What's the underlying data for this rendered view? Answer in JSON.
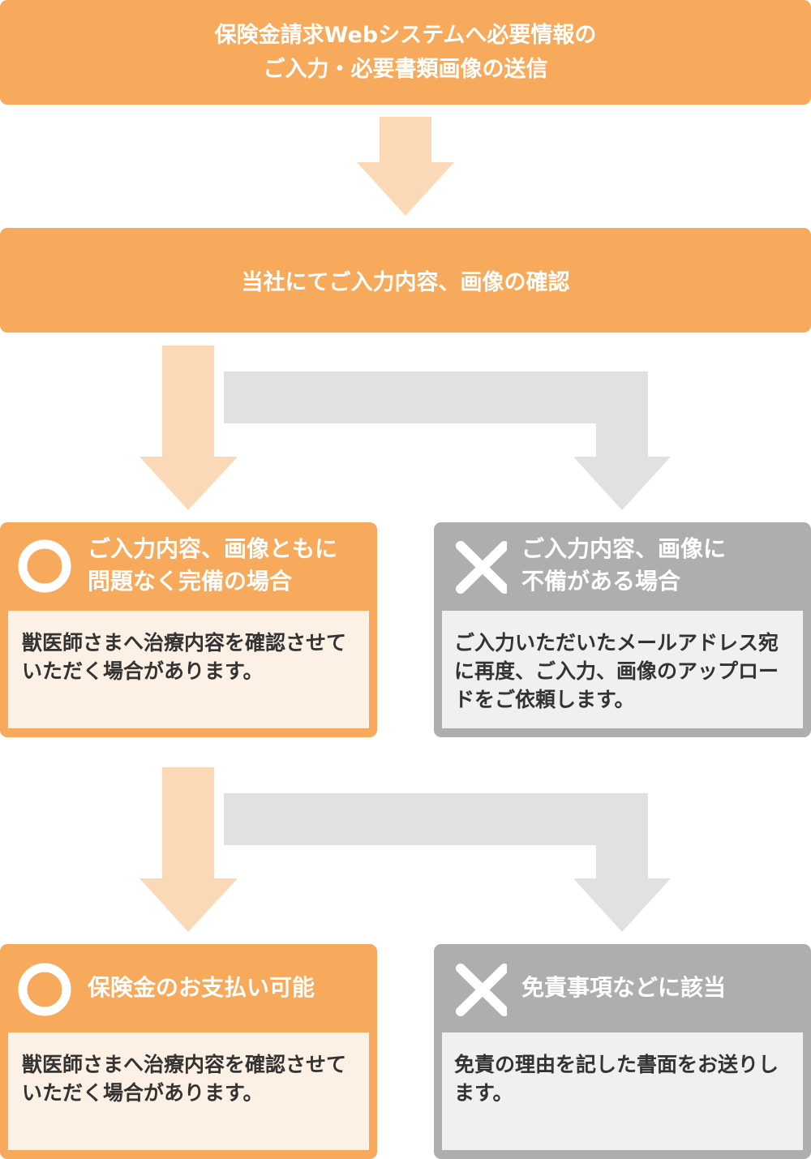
{
  "flow": {
    "step1": {
      "line1": "保険金請求Webシステムへ必要情報の",
      "line2": "ご入力・必要書類画像の送信"
    },
    "step2": {
      "text": "当社にてご入力内容、画像の確認"
    },
    "review_result": {
      "ok": {
        "icon": "circle-icon",
        "title_line1": "ご入力内容、画像ともに",
        "title_line2": "問題なく完備の場合",
        "body": "獣医師さまへ治療内容を確認させていただく場合があります。"
      },
      "ng": {
        "icon": "cross-icon",
        "title_line1": "ご入力内容、画像に",
        "title_line2": "不備がある場合",
        "body": "ご入力いただいたメールアドレス宛に再度、ご入力、画像のアップロードをご依頼します。"
      }
    },
    "payment_result": {
      "ok": {
        "icon": "circle-icon",
        "title": "保険金のお支払い可能",
        "body": "獣医師さまへ治療内容を確認させていただく場合があります。"
      },
      "ng": {
        "icon": "cross-icon",
        "title": "免責事項などに該当",
        "body": "免責の理由を記した書面をお送りします。"
      }
    }
  },
  "colors": {
    "ok_main": "#F7A95C",
    "ok_light": "#FDF0E4",
    "ok_arrow": "#FCD9B6",
    "ng_main": "#AEAEAE",
    "ng_light": "#F0F0F0",
    "ng_arrow": "#E1E1E1",
    "text_dark": "#333333"
  }
}
